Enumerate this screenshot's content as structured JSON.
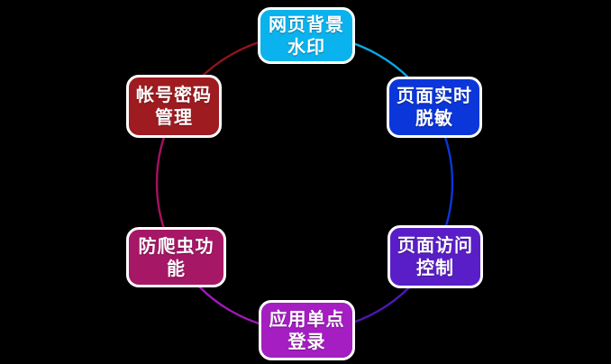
{
  "canvas": {
    "background": "#000000"
  },
  "diagram": {
    "type": "circular-cycle",
    "nodes": [
      {
        "id": "web-background-watermark",
        "line1": "网页背景",
        "line2": "水印",
        "color": "#0AB2EE"
      },
      {
        "id": "page-realtime-masking",
        "line1": "页面实时",
        "line2": "脱敏",
        "color": "#0B36D9"
      },
      {
        "id": "page-access-control",
        "line1": "页面访问",
        "line2": "控制",
        "color": "#5A1EC8"
      },
      {
        "id": "app-single-sign-on",
        "line1": "应用单点",
        "line2": "登录",
        "color": "#A51EC2"
      },
      {
        "id": "anti-crawler-function",
        "line1": "防爬虫功",
        "line2": "能",
        "color": "#A61766"
      },
      {
        "id": "account-password-management",
        "line1": "帐号密码",
        "line2": "管理",
        "color": "#9E1B20"
      }
    ],
    "connectors": [
      {
        "from": "web-background-watermark",
        "to": "page-realtime-masking",
        "color": "#0AA9E4"
      },
      {
        "from": "page-realtime-masking",
        "to": "page-access-control",
        "color": "#0B36D9"
      },
      {
        "from": "page-access-control",
        "to": "app-single-sign-on",
        "color": "#4E17B8"
      },
      {
        "from": "app-single-sign-on",
        "to": "anti-crawler-function",
        "color": "#A018BC"
      },
      {
        "from": "anti-crawler-function",
        "to": "account-password-management",
        "color": "#A81160"
      },
      {
        "from": "account-password-management",
        "to": "web-background-watermark",
        "color": "#8E1418"
      }
    ]
  }
}
